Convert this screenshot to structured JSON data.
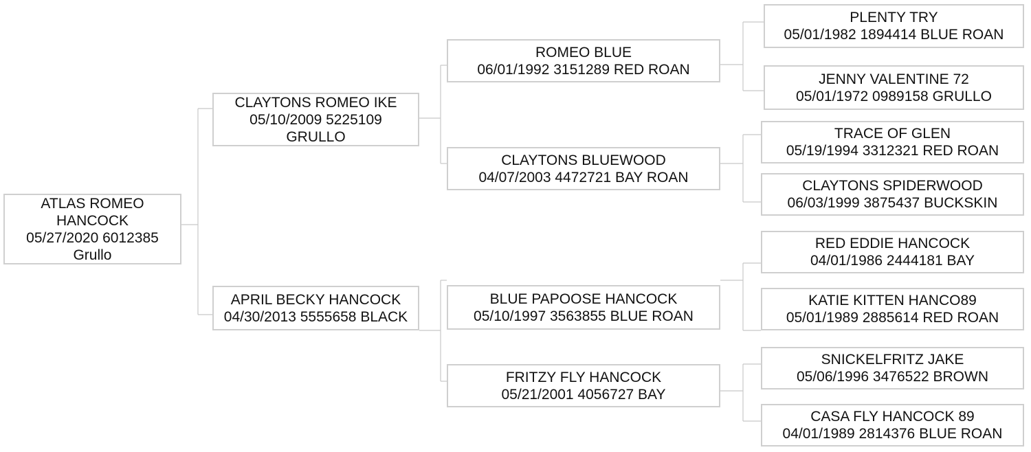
{
  "pedigree": {
    "subject": {
      "name": "ATLAS ROMEO\nHANCOCK",
      "details": "05/27/2020 6012385\nGrullo"
    },
    "sire": {
      "name": "CLAYTONS ROMEO IKE",
      "details": "05/10/2009 5225109\nGRULLO"
    },
    "dam": {
      "name": "APRIL BECKY HANCOCK",
      "details": "04/30/2013 5555658 BLACK"
    },
    "sire_sire": {
      "name": "ROMEO BLUE",
      "details": "06/01/1992 3151289 RED ROAN"
    },
    "sire_dam": {
      "name": "CLAYTONS BLUEWOOD",
      "details": "04/07/2003 4472721 BAY ROAN"
    },
    "dam_sire": {
      "name": "BLUE PAPOOSE HANCOCK",
      "details": "05/10/1997 3563855 BLUE ROAN"
    },
    "dam_dam": {
      "name": "FRITZY FLY HANCOCK",
      "details": "05/21/2001 4056727 BAY"
    },
    "sire_sire_sire": {
      "name": "PLENTY TRY",
      "details": "05/01/1982 1894414 BLUE ROAN"
    },
    "sire_sire_dam": {
      "name": "JENNY VALENTINE   72",
      "details": "05/01/1972 0989158 GRULLO"
    },
    "sire_dam_sire": {
      "name": "TRACE OF GLEN",
      "details": "05/19/1994 3312321 RED ROAN"
    },
    "sire_dam_dam": {
      "name": "CLAYTONS SPIDERWOOD",
      "details": "06/03/1999 3875437 BUCKSKIN"
    },
    "dam_sire_sire": {
      "name": "RED EDDIE HANCOCK",
      "details": "04/01/1986 2444181 BAY"
    },
    "dam_sire_dam": {
      "name": "KATIE KITTEN HANCO89",
      "details": "05/01/1989 2885614 RED ROAN"
    },
    "dam_dam_sire": {
      "name": "SNICKELFRITZ JAKE",
      "details": "05/06/1996 3476522 BROWN"
    },
    "dam_dam_dam": {
      "name": "CASA FLY HANCOCK  89",
      "details": "04/01/1989 2814376 BLUE ROAN"
    }
  },
  "colors": {
    "border": "#cfcfcf",
    "connector": "#c8c8c8",
    "text": "#111111"
  }
}
